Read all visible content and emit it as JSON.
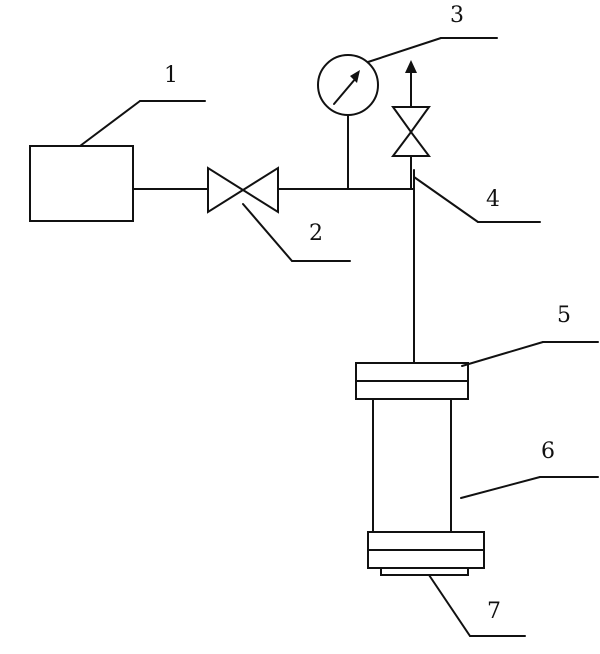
{
  "labels": {
    "source": "1",
    "valve": "2",
    "gauge": "3",
    "vent_valve": "4",
    "top_cap": "5",
    "cylinder": "6",
    "bottom_plate": "7"
  },
  "colors": {
    "line": "#111111",
    "background": "#ffffff"
  }
}
